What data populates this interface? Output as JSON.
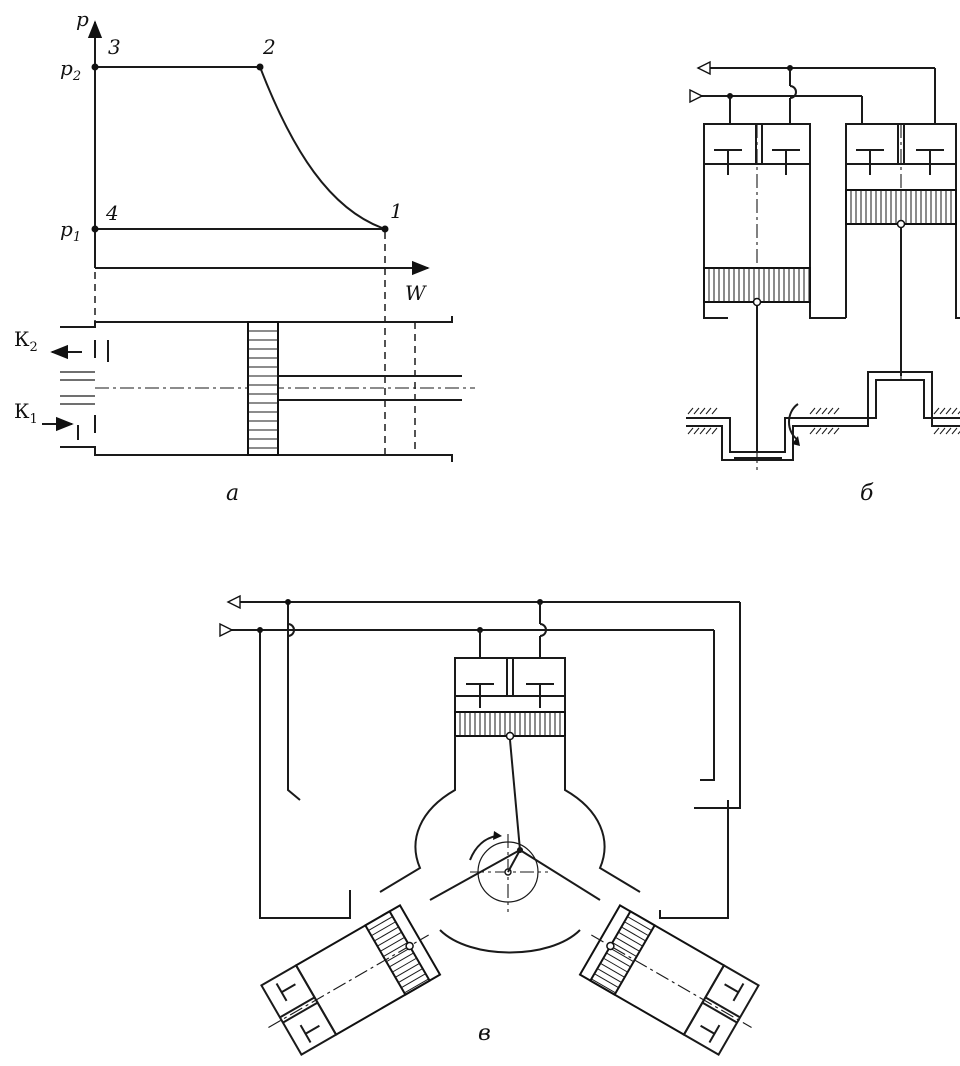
{
  "panels": {
    "a": {
      "caption": "а",
      "axis_p": "p",
      "axis_w": "W",
      "p2_main": "p",
      "p2_sub": "2",
      "p1_main": "p",
      "p1_sub": "1",
      "pt1": "1",
      "pt2": "2",
      "pt3": "3",
      "pt4": "4",
      "k2_main": "К",
      "k2_sub": "2",
      "k1_main": "К",
      "k1_sub": "1"
    },
    "b": {
      "caption": "б"
    },
    "c": {
      "caption": "в"
    }
  }
}
